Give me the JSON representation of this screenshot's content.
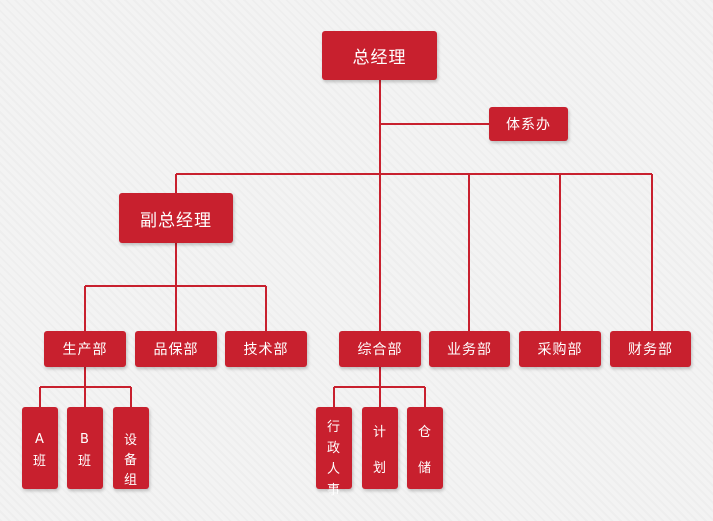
{
  "nodes": {
    "gm": "总经理",
    "office": "体系办",
    "deputy": "副总经理",
    "production": "生产部",
    "quality": "品保部",
    "tech": "技术部",
    "general": "综合部",
    "business": "业务部",
    "purchasing": "采购部",
    "finance": "财务部",
    "team_a": "A班",
    "team_b": "B班",
    "equipment": "设备组",
    "admin_hr": "行政人事",
    "planning": "计划",
    "warehouse": "仓储"
  },
  "colors": {
    "node_fill": "#c8202e",
    "line": "#c8202e",
    "text": "#ffffff",
    "background": "#f3f3f3"
  }
}
